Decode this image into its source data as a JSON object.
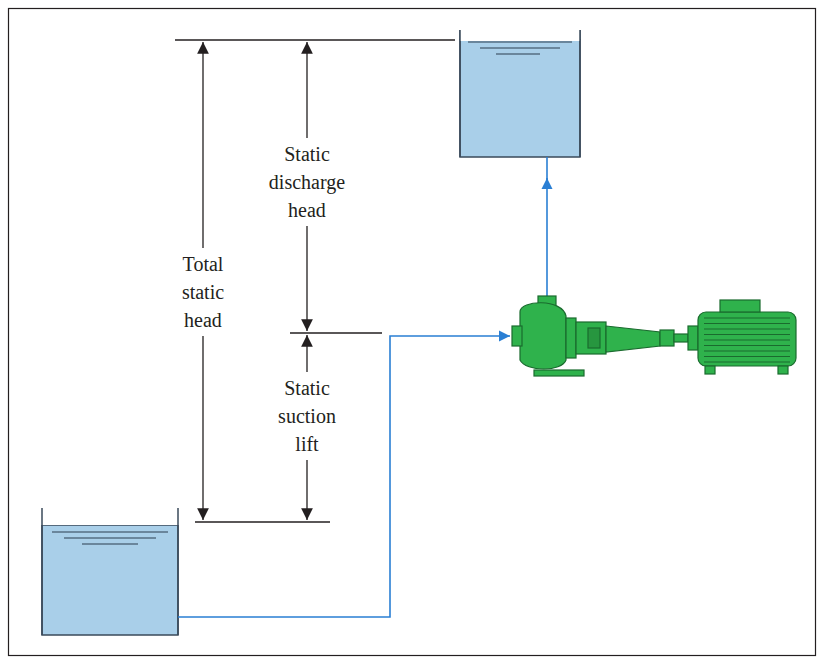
{
  "diagram": {
    "labels": [
      "Total static head",
      "Static discharge head",
      "Static suction lift"
    ]
  }
}
